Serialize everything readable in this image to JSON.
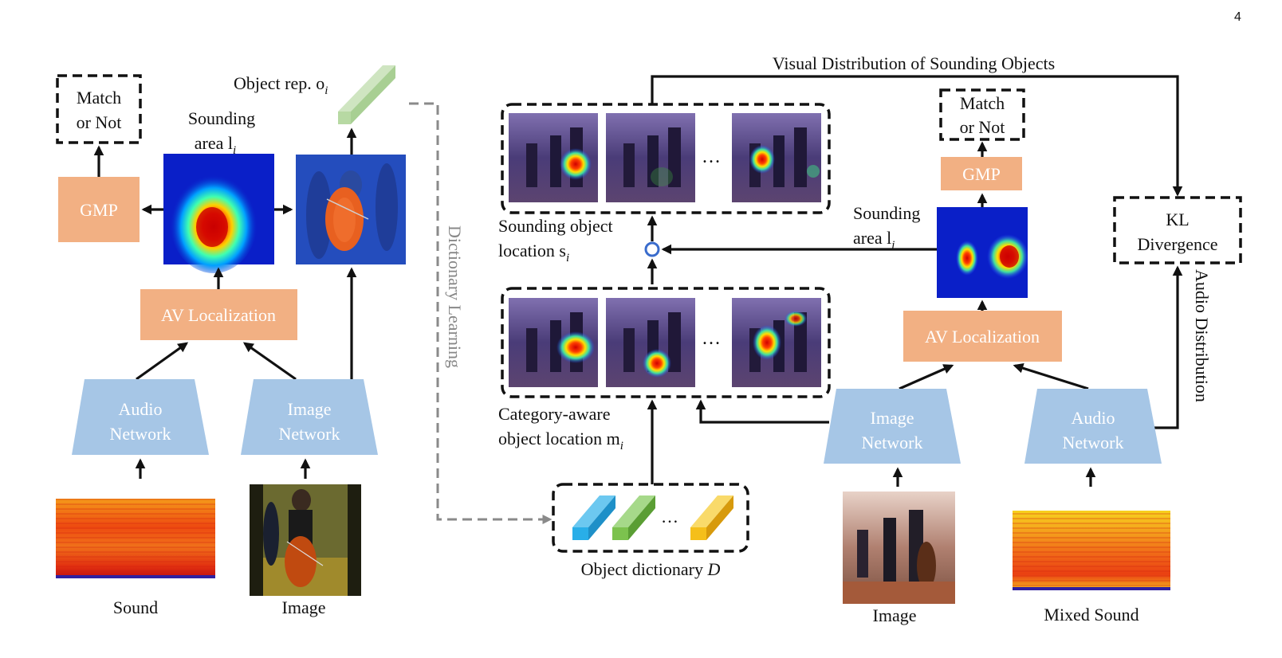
{
  "page_number": "4",
  "left_panel": {
    "match_box": [
      "Match",
      "or Not"
    ],
    "gmp": "GMP",
    "sounding_area": [
      "Sounding",
      "area l",
      "i"
    ],
    "object_rep": [
      "Object rep. o",
      "i"
    ],
    "av_localization": "AV Localization",
    "audio_network": [
      "Audio",
      "Network"
    ],
    "image_network": [
      "Image",
      "Network"
    ],
    "sound_caption": "Sound",
    "image_caption": "Image"
  },
  "dictionary_learning": "Dictionary Learning",
  "right_panel": {
    "visual_distribution": "Visual Distribution of Sounding Objects",
    "sounding_object_location": [
      "Sounding object",
      "location s",
      "i"
    ],
    "category_aware": [
      "Category-aware",
      "object location m",
      "i"
    ],
    "object_dictionary": [
      "Object dictionary ",
      "D"
    ],
    "ellipsis": "…",
    "dict_ellipsis": "…",
    "match_box": [
      "Match",
      "or Not"
    ],
    "gmp": "GMP",
    "sounding_area": [
      "Sounding",
      "area l",
      "i"
    ],
    "av_localization": "AV Localization",
    "image_network": [
      "Image",
      "Network"
    ],
    "audio_network": [
      "Audio",
      "Network"
    ],
    "kl_divergence": [
      "KL",
      "Divergence"
    ],
    "audio_distribution": "Audio Distribution",
    "image_caption": "Image",
    "mixed_sound_caption": "Mixed Sound"
  },
  "colors": {
    "block_orange": "#f2b083",
    "network_blue": "#a6c6e6",
    "heatmap_bg": "#0a1fc8",
    "dict_cyan": "#29aee8",
    "dict_green": "#7cc24e",
    "dict_yellow": "#f5bf1a",
    "object_rep_green": "#b7d9a3"
  }
}
